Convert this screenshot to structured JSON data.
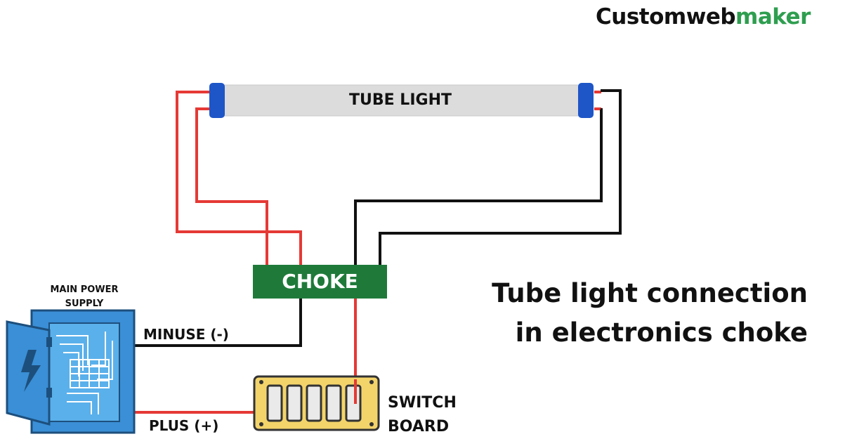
{
  "brand": {
    "part1": "Customweb",
    "part2": "maker"
  },
  "diagram": {
    "tube_label": "TUBE LIGHT",
    "choke_label": "CHOKE",
    "power_supply_label_line1": "MAIN POWER",
    "power_supply_label_line2": "SUPPLY",
    "minus_label": "MINUSE (-)",
    "plus_label": "PLUS (+)",
    "switch_label_line1": "SWITCH",
    "switch_label_line2": "BOARD",
    "title_line1": "Tube light connection",
    "title_line2": "in electronics choke"
  },
  "colors": {
    "wire_red": "#e53935",
    "wire_black": "#111111",
    "choke_green": "#1f7a3a",
    "tube_body": "#dcdcdc",
    "tube_cap": "#1e56c8",
    "panel_blue": "#3a8fd6",
    "switch_yellow": "#f3d46a",
    "brand_green": "#2e9e4f"
  }
}
